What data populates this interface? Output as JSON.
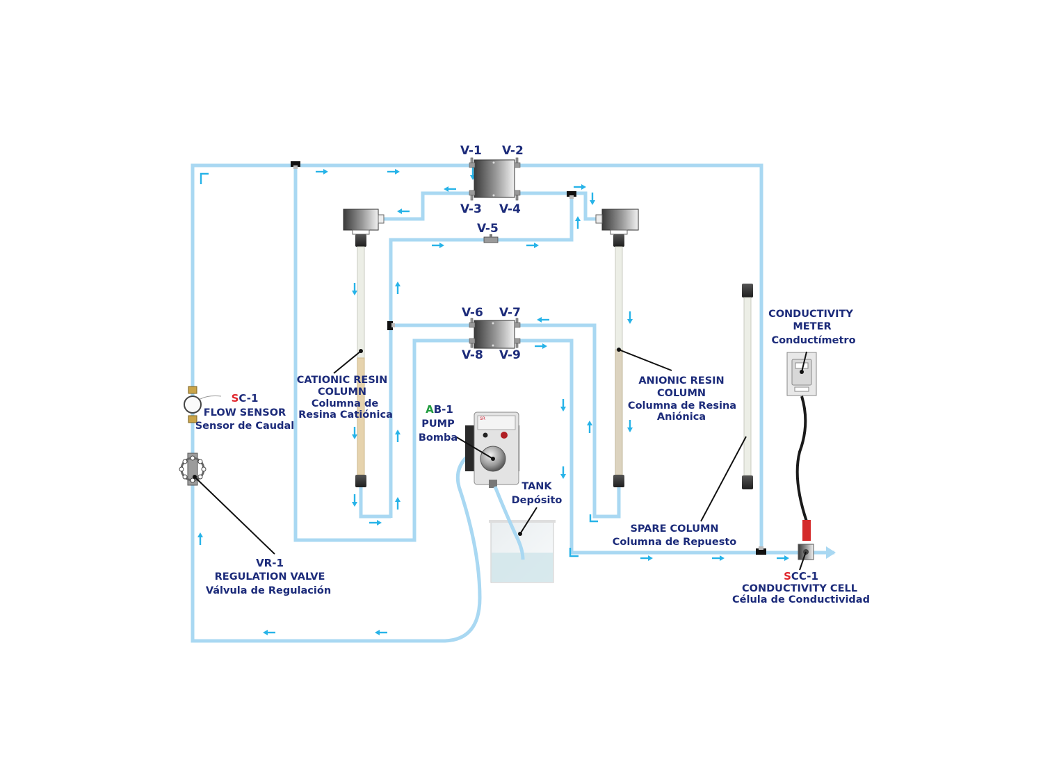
{
  "colors": {
    "pipe": "#a9d8f2",
    "flow_arrow": "#27b3e8",
    "label_text": "#1c2b7a",
    "sensor_prefix": "#e0242b",
    "actuator_prefix": "#1f9b3d",
    "resin": "#e6d3ad",
    "cable_red": "#d42a2a"
  },
  "valves": {
    "v1": "V-1",
    "v2": "V-2",
    "v3": "V-3",
    "v4": "V-4",
    "v5": "V-5",
    "v6": "V-6",
    "v7": "V-7",
    "v8": "V-8",
    "v9": "V-9"
  },
  "components": {
    "flow_sensor": {
      "code_prefix": "S",
      "code_rest": "C-1",
      "name": "FLOW SENSOR",
      "name_es": "Sensor de Caudal",
      "icon": "flow-sensor-icon"
    },
    "regulation_valve": {
      "code": "VR-1",
      "name": "REGULATION VALVE",
      "name_es": "Válvula de Regulación",
      "icon": "regulation-valve-icon"
    },
    "cationic_column": {
      "name_line1": "CATIONIC RESIN",
      "name_line2": "COLUMN",
      "name_es_line1": "Columna de",
      "name_es_line2": "Resina Catiónica",
      "icon": "resin-column-icon"
    },
    "anionic_column": {
      "name_line1": "ANIONIC RESIN",
      "name_line2": "COLUMN",
      "name_es_line1": "Columna de Resina",
      "name_es_line2": "Aniónica",
      "icon": "resin-column-icon"
    },
    "pump": {
      "code_prefix": "A",
      "code_rest": "B-1",
      "name": "PUMP",
      "name_es": "Bomba",
      "icon": "peristaltic-pump-icon"
    },
    "tank": {
      "name": "TANK",
      "name_es": "Depósito",
      "icon": "tank-icon"
    },
    "spare_column": {
      "name": "SPARE COLUMN",
      "name_es": "Columna de Repuesto",
      "icon": "spare-column-icon"
    },
    "conductivity_meter": {
      "name_line1": "CONDUCTIVITY",
      "name_line2": "METER",
      "name_es": "Conductímetro",
      "icon": "conductivity-meter-icon"
    },
    "conductivity_cell": {
      "code_prefix": "S",
      "code_rest": "CC-1",
      "name": "CONDUCTIVITY CELL",
      "name_es": "Célula de Conductividad",
      "icon": "conductivity-cell-icon"
    }
  }
}
